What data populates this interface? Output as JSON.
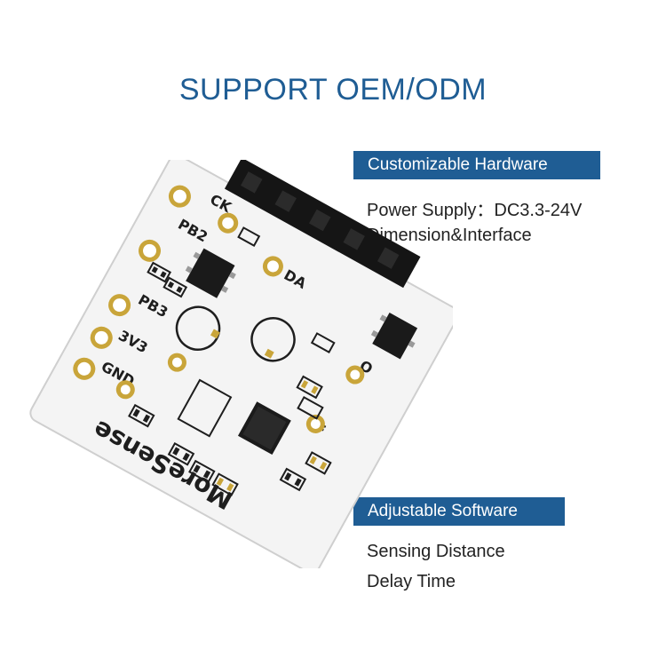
{
  "headline": "SUPPORT OEM/ODM",
  "sections": [
    {
      "label": "Customizable Hardware",
      "items": [
        "Power Supply：DC3.3-24V",
        "Dimension&Interface"
      ]
    },
    {
      "label": "Adjustable Software",
      "items": [
        "Sensing Distance",
        "Delay Time"
      ]
    }
  ],
  "board": {
    "brand": "MoreSense",
    "pin_labels": [
      "CK",
      "PB2",
      "DA",
      "PB3",
      "3V3",
      "GND",
      "O",
      "F"
    ]
  },
  "colors": {
    "accent": "#1f5d94",
    "board": "#f4f4f4",
    "silkscreen": "#1e1e1e",
    "gold": "#c9a53a"
  }
}
